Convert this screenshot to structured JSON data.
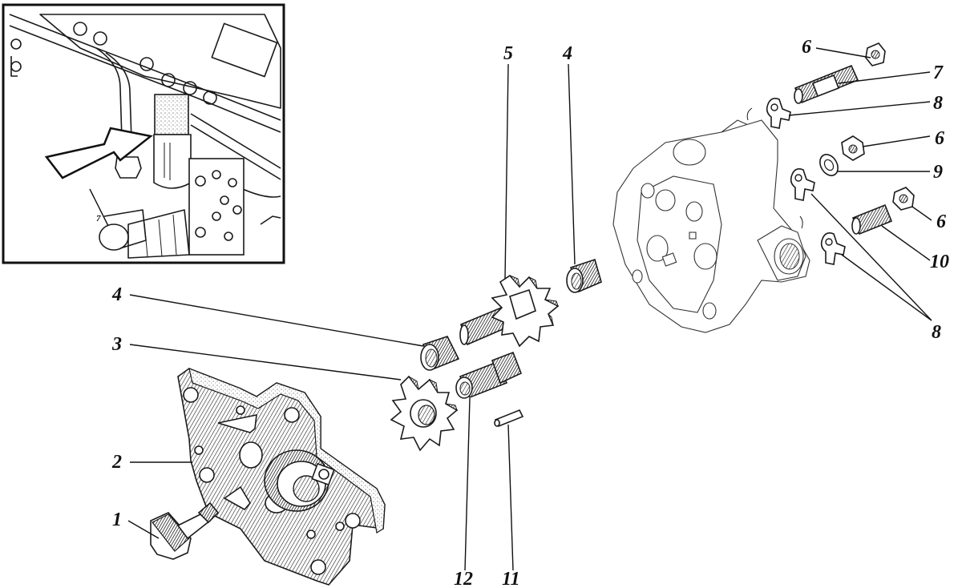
{
  "figure": {
    "subject": "gear-pump-exploded-view",
    "inset": {
      "arrow_icon": "pointer-arrow-icon",
      "inset_label": "7"
    },
    "callouts": [
      {
        "id": "c1",
        "label": "1",
        "part": "bolt"
      },
      {
        "id": "c2",
        "label": "2",
        "part": "pump-cover"
      },
      {
        "id": "c3",
        "label": "3",
        "part": "driven-gear"
      },
      {
        "id": "c4a",
        "label": "4",
        "part": "bushing-left"
      },
      {
        "id": "c4b",
        "label": "4",
        "part": "bushing-right"
      },
      {
        "id": "c5",
        "label": "5",
        "part": "drive-gear-shaft"
      },
      {
        "id": "c6a",
        "label": "6",
        "part": "nut-top"
      },
      {
        "id": "c6b",
        "label": "6",
        "part": "nut-middle"
      },
      {
        "id": "c6c",
        "label": "6",
        "part": "nut-bottom"
      },
      {
        "id": "c7",
        "label": "7",
        "part": "long-stud"
      },
      {
        "id": "c8a",
        "label": "8",
        "part": "lock-washer-top"
      },
      {
        "id": "c8b",
        "label": "8",
        "part": "lock-washers-lower"
      },
      {
        "id": "c9",
        "label": "9",
        "part": "flat-washer"
      },
      {
        "id": "c10",
        "label": "10",
        "part": "short-stud"
      },
      {
        "id": "c11",
        "label": "11",
        "part": "pin"
      },
      {
        "id": "c12",
        "label": "12",
        "part": "coupling-sleeve"
      }
    ]
  }
}
